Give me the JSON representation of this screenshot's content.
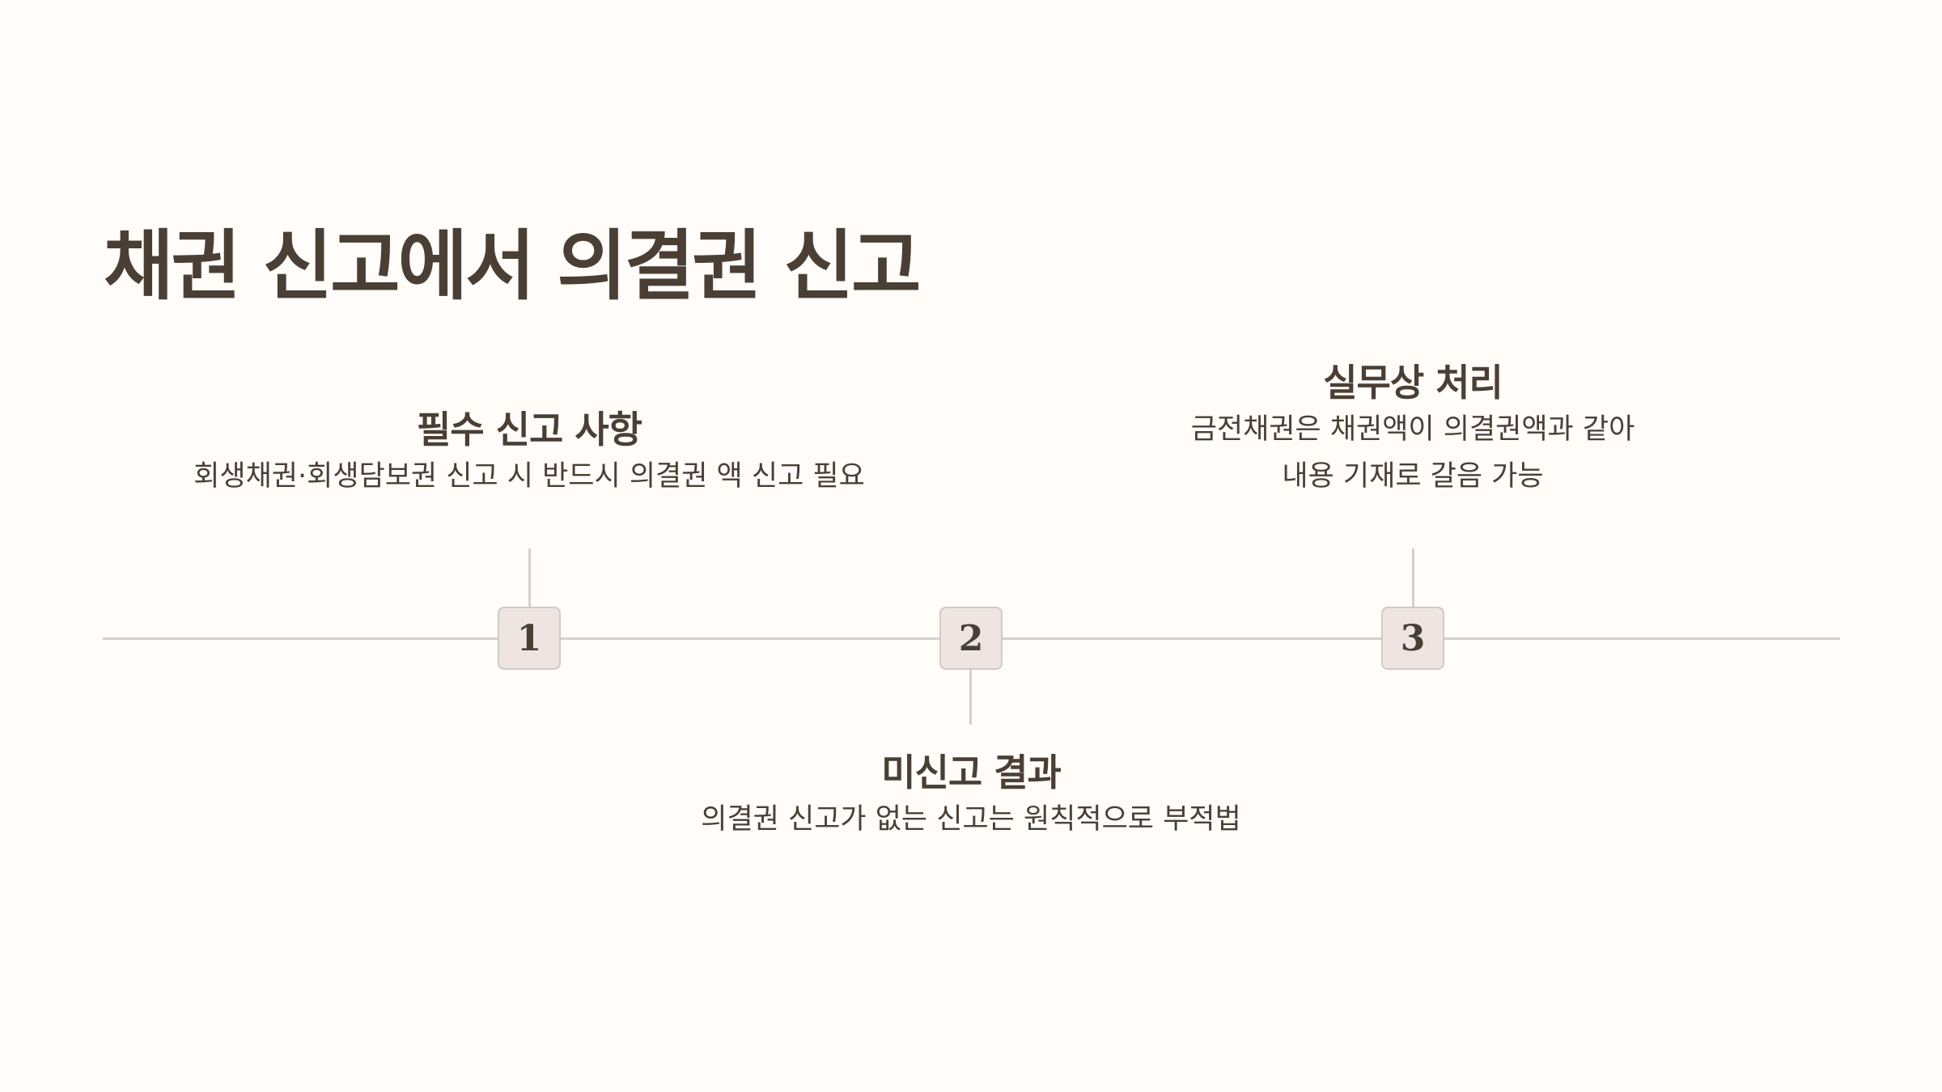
{
  "slide": {
    "title": "채권 신고에서 의결권 신고"
  },
  "timeline": {
    "steps": [
      {
        "number": "1",
        "title": "필수 신고 사항",
        "description_lines": [
          "회생채권·회생담보권 신고 시 반드시 의결권 액 신고 필요"
        ]
      },
      {
        "number": "2",
        "title": "미신고 결과",
        "description_lines": [
          "의결권 신고가 없는 신고는 원칙적으로 부적법"
        ]
      },
      {
        "number": "3",
        "title": "실무상 처리",
        "description_lines": [
          "금전채권은 채권액이 의결권액과 같아",
          "내용 기재로 갈음 가능"
        ]
      }
    ]
  },
  "colors": {
    "background": "#fffcf9",
    "text": "#4a3f35",
    "line": "#d6cfcb",
    "node_fill": "#eee5e3",
    "node_border": "#d3c8c6"
  }
}
